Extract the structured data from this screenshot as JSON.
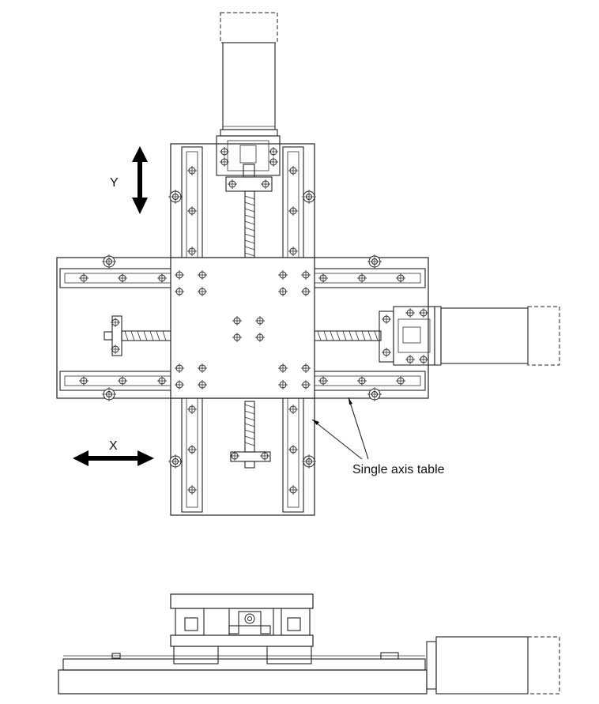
{
  "diagram": {
    "axis_y_label": "Y",
    "axis_x_label": "X",
    "callout_label": "Single axis table"
  },
  "colors": {
    "line": "#222222",
    "background": "#ffffff",
    "arrow": "#000000"
  }
}
